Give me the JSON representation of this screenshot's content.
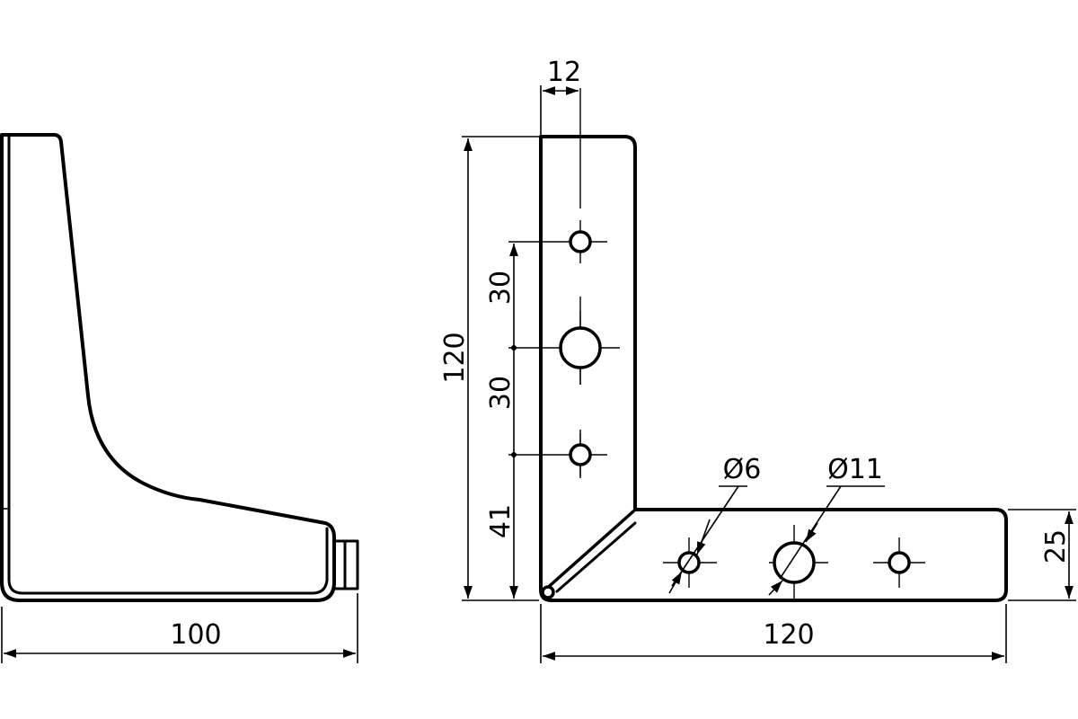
{
  "drawing": {
    "side_view": {
      "dimensions": {
        "width": "100"
      }
    },
    "front_view": {
      "dimensions": {
        "top_offset": "12",
        "height": "120",
        "spacing_upper": "30",
        "spacing_lower": "30",
        "bottom_offset": "41",
        "arm_height": "25",
        "width": "120",
        "small_hole_diameter": "Ø6",
        "large_hole_diameter": "Ø11"
      }
    },
    "colors": {
      "line": "#000000",
      "background": "#ffffff"
    }
  }
}
